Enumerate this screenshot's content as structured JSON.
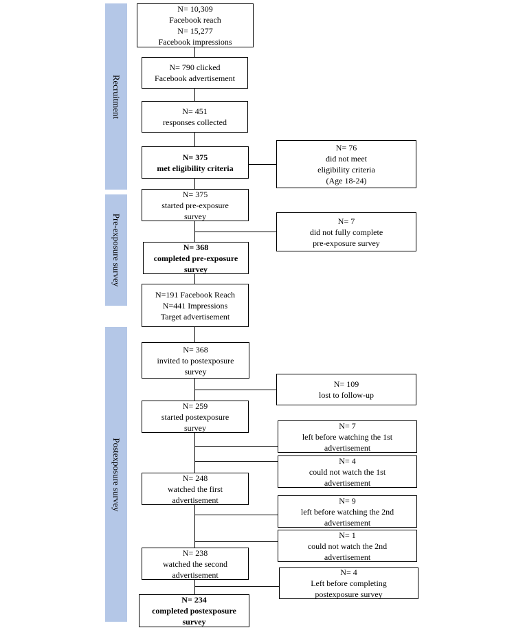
{
  "phases": {
    "recruitment": "Recruitment",
    "pre_exposure": "Pre-exposure survey",
    "postexposure": "Postexposure survey"
  },
  "boxes": {
    "reach": [
      "N= 10,309",
      "Facebook reach",
      "N= 15,277",
      "Facebook impressions"
    ],
    "clicked": [
      "N= 790 clicked",
      "Facebook advertisement"
    ],
    "responses": [
      "N= 451",
      "responses collected"
    ],
    "eligible": [
      "N= 375",
      "met eligibility criteria"
    ],
    "not_eligible": [
      "N= 76",
      "did not meet",
      "eligibility criteria",
      "(Age 18-24)"
    ],
    "started_pre": [
      "N= 375",
      "started pre-exposure",
      "survey"
    ],
    "incomplete_pre": [
      "N= 7",
      "did not fully complete",
      "pre-exposure survey"
    ],
    "completed_pre": [
      "N= 368",
      "completed pre-exposure",
      "survey"
    ],
    "target_ad": [
      "N=191 Facebook Reach",
      "N=441 Impressions",
      "Target advertisement"
    ],
    "invited_post": [
      "N= 368",
      "invited to postexposure",
      "survey"
    ],
    "lost": [
      "N= 109",
      "lost to follow-up"
    ],
    "started_post": [
      "N= 259",
      "started postexposure",
      "survey"
    ],
    "left_before_1st": [
      "N= 7",
      "left before watching the 1st",
      "advertisement"
    ],
    "could_not_1st": [
      "N= 4",
      "could not watch the 1st",
      "advertisement"
    ],
    "watched_first": [
      "N= 248",
      "watched the first",
      "advertisement"
    ],
    "left_before_2nd": [
      "N= 9",
      "left before watching the 2nd",
      "advertisement"
    ],
    "could_not_2nd": [
      "N= 1",
      "could not watch the 2nd",
      "advertisement"
    ],
    "watched_second": [
      "N= 238",
      "watched the second",
      "advertisement"
    ],
    "left_before_complete": [
      "N= 4",
      "Left before completing",
      "postexposure survey"
    ],
    "completed_post": [
      "N= 234",
      "completed postexposure",
      "survey"
    ]
  }
}
